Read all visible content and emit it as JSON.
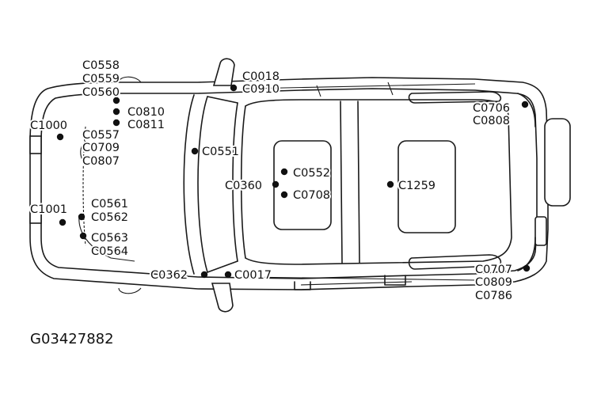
{
  "figure_id": "G03427882",
  "connectors": {
    "c0558": "C0558",
    "c0559": "C0559",
    "c0560": "C0560",
    "c0810": "C0810",
    "c0811": "C0811",
    "c1000": "C1000",
    "c0557": "C0557",
    "c0709": "C0709",
    "c0807": "C0807",
    "c0018": "C0018",
    "c0910": "C0910",
    "c0551": "C0551",
    "c0552": "C0552",
    "c0360": "C0360",
    "c0708": "C0708",
    "c1259": "C1259",
    "c0706": "C0706",
    "c0808": "C0808",
    "c1001": "C1001",
    "c0561": "C0561",
    "c0562": "C0562",
    "c0563": "C0563",
    "c0564": "C0564",
    "c0362": "C0362",
    "c0017": "C0017",
    "c0707": "C0707",
    "c0809": "C0809",
    "c0786": "C0786"
  }
}
